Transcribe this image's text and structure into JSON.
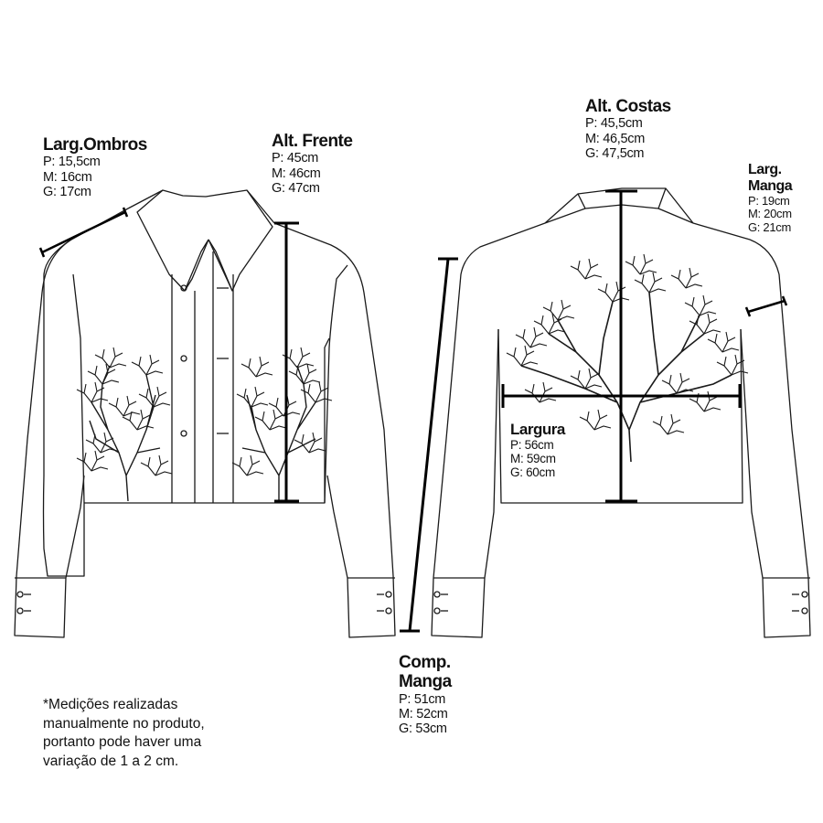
{
  "measurements": {
    "shoulder": {
      "title": "Larg.Ombros",
      "sizes": [
        "P: 15,5cm",
        "M: 16cm",
        "G: 17cm"
      ]
    },
    "front_height": {
      "title": "Alt. Frente",
      "sizes": [
        "P: 45cm",
        "M: 46cm",
        "G: 47cm"
      ]
    },
    "back_height": {
      "title": "Alt. Costas",
      "sizes": [
        "P: 45,5cm",
        "M: 46,5cm",
        "G: 47,5cm"
      ]
    },
    "sleeve_width": {
      "title_lines": [
        "Larg.",
        "Manga"
      ],
      "sizes": [
        "P: 19cm",
        "M: 20cm",
        "G: 21cm"
      ]
    },
    "width": {
      "title": "Largura",
      "sizes": [
        "P: 56cm",
        "M: 59cm",
        "G: 60cm"
      ]
    },
    "sleeve_length": {
      "title_lines": [
        "Comp.",
        "Manga"
      ],
      "sizes": [
        "P: 51cm",
        "M: 52cm",
        "G: 53cm"
      ]
    }
  },
  "note_lines": [
    "*Medições realizadas",
    "manualmente no produto,",
    "portanto pode haver uma",
    "variação de 1 a 2 cm."
  ],
  "colors": {
    "line": "#1a1a1a",
    "measure": "#000000",
    "background": "#ffffff"
  }
}
